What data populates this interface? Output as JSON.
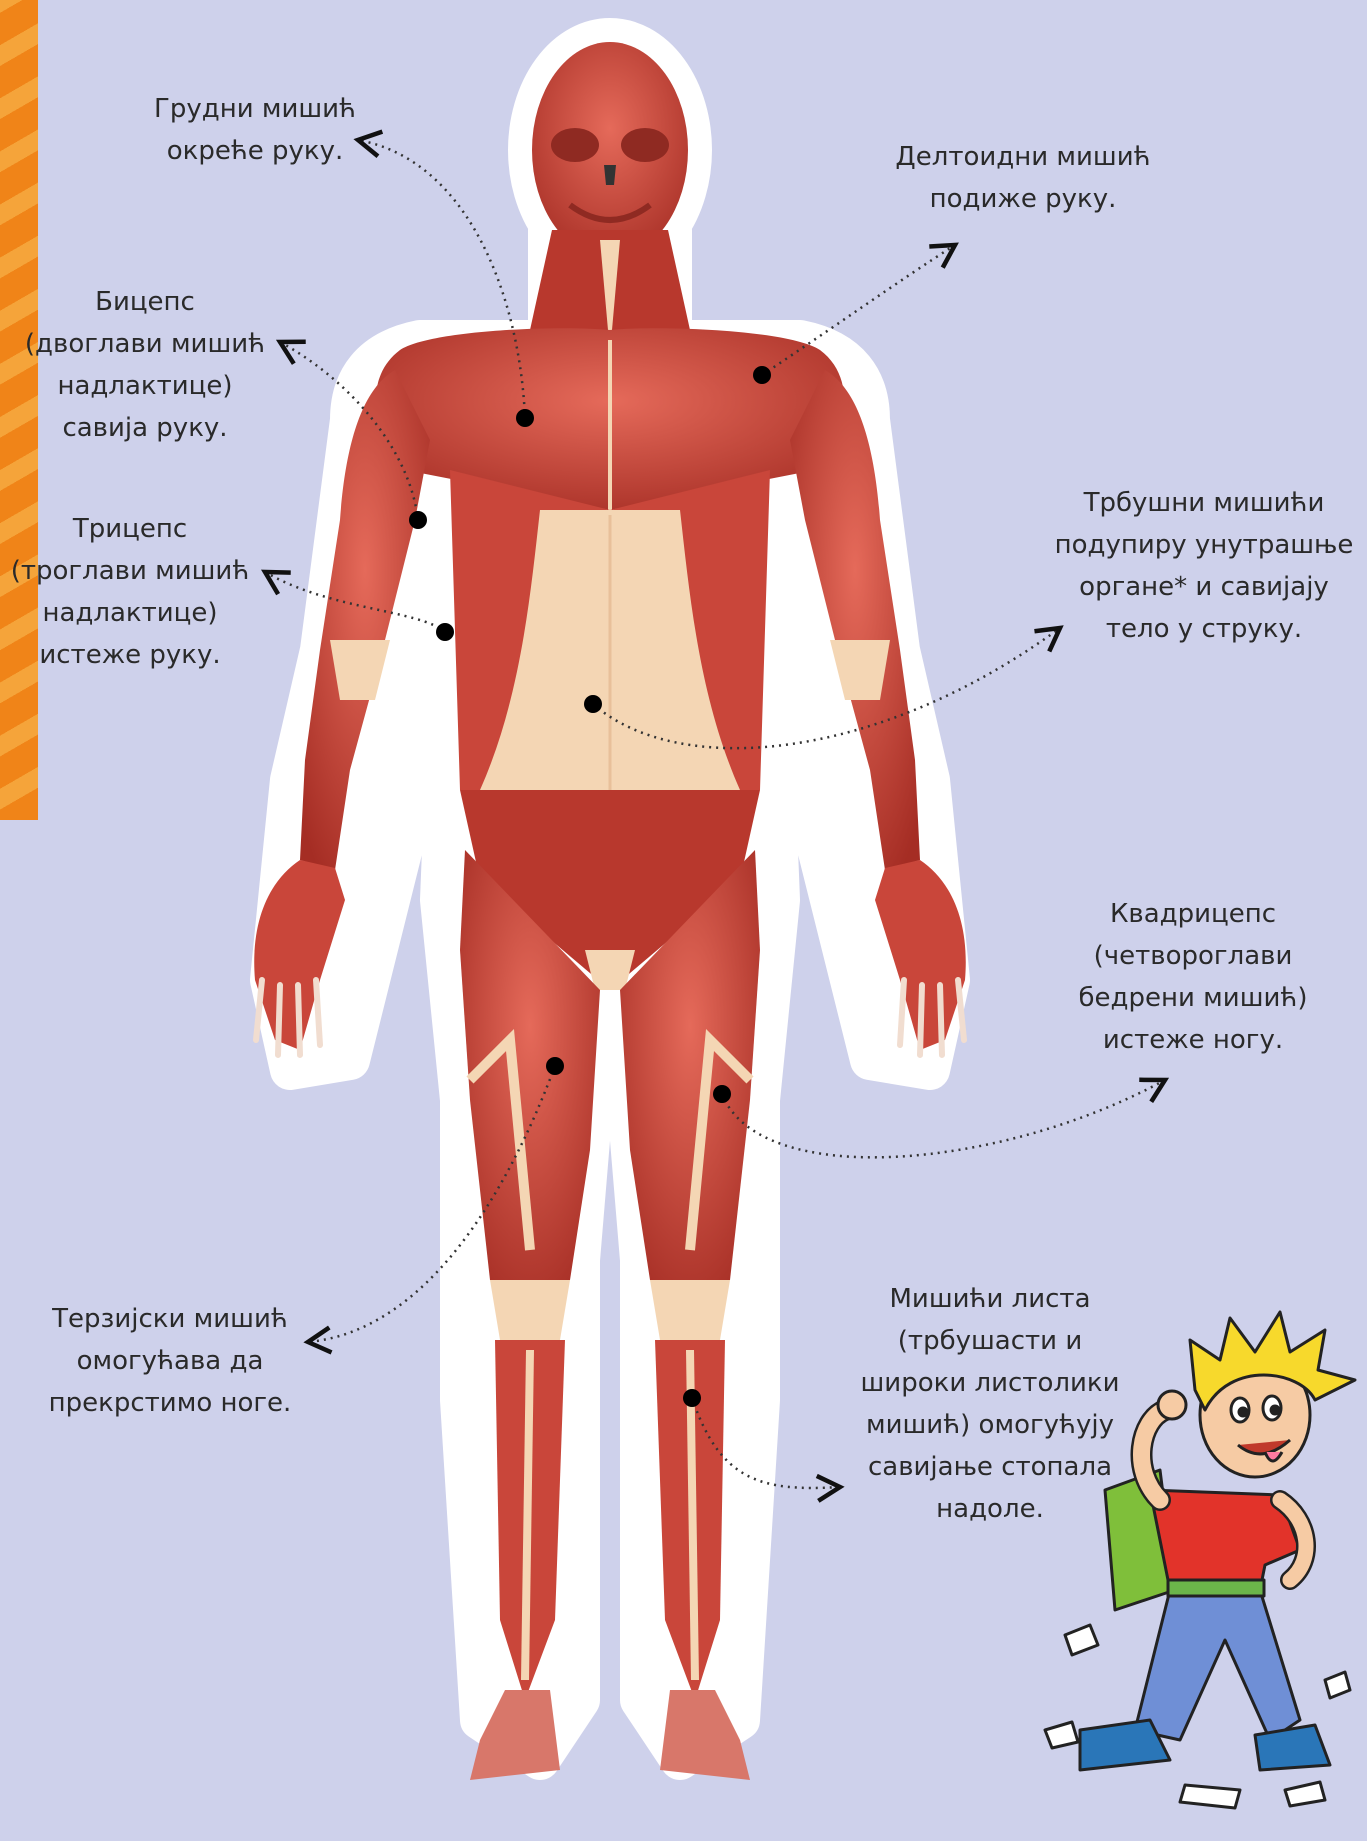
{
  "colors": {
    "background": "#ced1eb",
    "muscle": "#c9463a",
    "muscle_dark": "#a52d24",
    "muscle_light": "#e56a5a",
    "tendon": "#f4d6b4",
    "halo": "#ffffff",
    "marker": "#000000",
    "accent_stripe": "#f08418"
  },
  "annotations": [
    {
      "id": "pectoral",
      "text": "Грудни мишић\nокреће руку."
    },
    {
      "id": "deltoid",
      "text": "Делтоидни мишић\nподиже руку."
    },
    {
      "id": "biceps",
      "text": "Бицепс\n(двоглави мишић\nнадлактице)\nсавија руку."
    },
    {
      "id": "triceps",
      "text": "Трицепс\n(троглави мишић\nнадлактице)\nистеже руку."
    },
    {
      "id": "abdominal",
      "text": "Трбушни мишићи\nподупиру унутрашње\nоргане* и савијају\nтело у струку."
    },
    {
      "id": "quadriceps",
      "text": "Квадрицепс\n(четвороглави\nбедрени мишић)\nистеже ногу."
    },
    {
      "id": "sartorius",
      "text": "Терзијски мишић\nомогућава да\nпрекрстимо ноге."
    },
    {
      "id": "calf",
      "text": "Мишићи листа\n(трбушасти и\nшироки листолики\nмишић) омогућују\nсавијање стопала\nнадоле."
    }
  ],
  "illustrations": {
    "figure": "human-muscular-system",
    "mascot": "cartoon-boy-flexing-arm"
  }
}
